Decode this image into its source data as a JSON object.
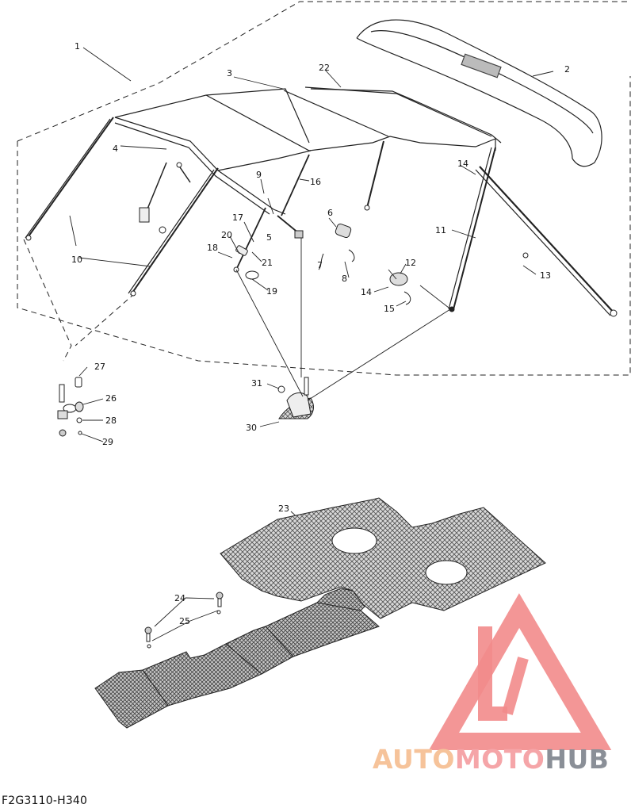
{
  "diagram_code": "F2G3110-H340",
  "watermark": {
    "part1": "AUTO",
    "part2": "MOTO",
    "part3": "HUB",
    "colors": {
      "auto": "#f6c39a",
      "moto": "#f5a5a8",
      "hub": "#8a8f97",
      "logo": "#f28b8b"
    }
  },
  "callouts": {
    "c1": "1",
    "c2": "2",
    "c3": "3",
    "c4": "4",
    "c5": "5",
    "c6": "6",
    "c7": "7",
    "c8": "8",
    "c9": "9",
    "c10": "10",
    "c11": "11",
    "c12": "12",
    "c13": "13",
    "c14a": "14",
    "c14b": "14",
    "c15": "15",
    "c16": "16",
    "c17": "17",
    "c18": "18",
    "c19": "19",
    "c20": "20",
    "c21": "21",
    "c22": "22",
    "c23": "23",
    "c24": "24",
    "c25": "25",
    "c26": "26",
    "c27": "27",
    "c28": "28",
    "c29": "29",
    "c30": "30",
    "c31": "31"
  }
}
